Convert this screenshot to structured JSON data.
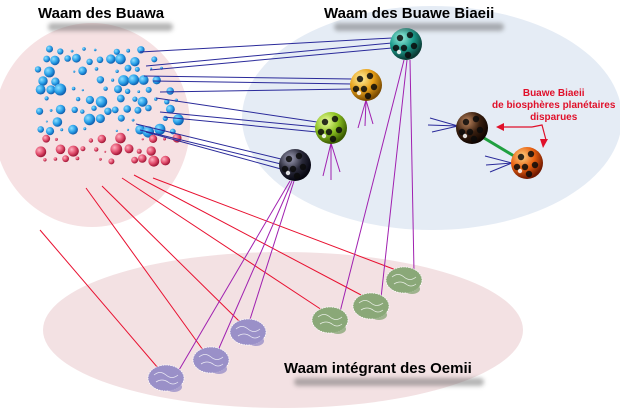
{
  "titles": {
    "buawa": "Waam des Buawa",
    "buawe_biaeii": "Waam des Buawe Biaeii",
    "oemii": "Waam intégrant des Oemii"
  },
  "annotation": {
    "line1": "Buawe Biaeii",
    "line2": "de biosphères planétaires",
    "line3": "disparues"
  },
  "colors": {
    "buawa_region": "#f6e1e3",
    "biaeii_region": "#e5ecf5",
    "oemii_region": "#f3e1e3",
    "blue_links": "#2a2a9a",
    "red_links": "#e81030",
    "purple_links": "#a020b0",
    "green_link": "#20a040",
    "annotation": "#e0102a",
    "blue_particles": "#2aa0e8",
    "red_particles": "#e04a6a",
    "sphere_teal": "#1a9a8a",
    "sphere_orange": "#e8a018",
    "sphere_green": "#8ac020",
    "sphere_dark": "#2a2a3a",
    "sphere_brown": "#3a2010",
    "sphere_red_orange": "#e86010",
    "brain_purple": "#9a90c8",
    "brain_green": "#8aa878"
  },
  "spheres": [
    {
      "name": "teal-sphere",
      "color": "#1a9a8a"
    },
    {
      "name": "orange-sphere",
      "color": "#e8a018"
    },
    {
      "name": "green-sphere",
      "color": "#8ac020"
    },
    {
      "name": "dark-sphere",
      "color": "#2a2a3a"
    },
    {
      "name": "extinct-brown-sphere",
      "color": "#3a2010"
    },
    {
      "name": "extinct-orange-sphere",
      "color": "#e86010"
    }
  ],
  "brains": [
    {
      "group": "purple"
    },
    {
      "group": "purple"
    },
    {
      "group": "purple"
    },
    {
      "group": "green"
    },
    {
      "group": "green"
    },
    {
      "group": "green"
    },
    {
      "group": "green"
    }
  ]
}
